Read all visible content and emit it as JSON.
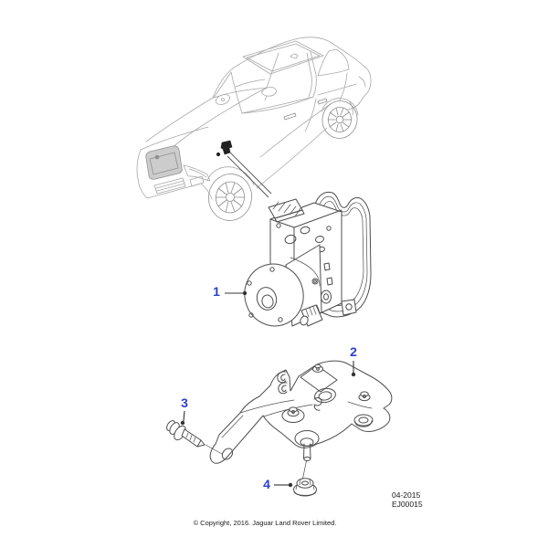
{
  "figure": {
    "date_code": "04-2015",
    "figure_code": "EJ00015",
    "copyright": "© Copyright, 2016. Jaguar Land Rover Limited."
  },
  "callouts": [
    {
      "label": "1",
      "target": "abs-hydraulic-control-module"
    },
    {
      "label": "2",
      "target": "mounting-bracket"
    },
    {
      "label": "3",
      "target": "bolt"
    },
    {
      "label": "4",
      "target": "nut"
    }
  ],
  "colors": {
    "callout_blue": "#2b3fcc",
    "car_line": "#a8a8a8",
    "part_line": "#4d4d4d",
    "leader_line": "#333333",
    "text": "#1a1a1a",
    "grille_fill": "#cccccc"
  }
}
